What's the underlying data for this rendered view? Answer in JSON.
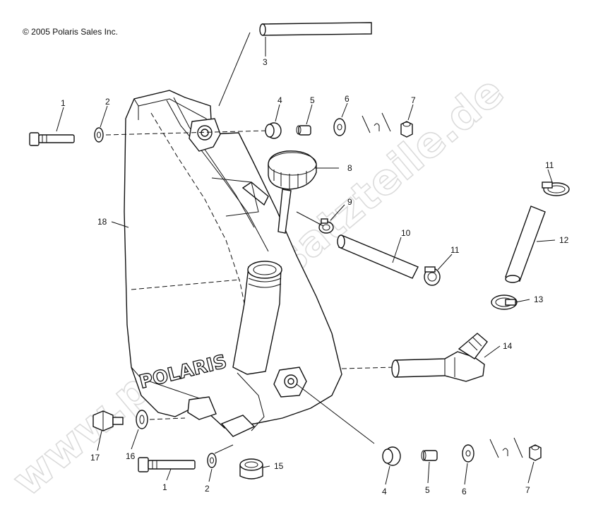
{
  "copyright": "© 2005 Polaris Sales Inc.",
  "watermark": "www.polarisersatzteile.de",
  "tank_logo": "POLARIS",
  "callouts": [
    {
      "id": "c1a",
      "label": "1"
    },
    {
      "id": "c2a",
      "label": "2"
    },
    {
      "id": "c3",
      "label": "3"
    },
    {
      "id": "c4a",
      "label": "4"
    },
    {
      "id": "c5a",
      "label": "5"
    },
    {
      "id": "c6a",
      "label": "6"
    },
    {
      "id": "c7a",
      "label": "7"
    },
    {
      "id": "c8",
      "label": "8"
    },
    {
      "id": "c9",
      "label": "9"
    },
    {
      "id": "c10",
      "label": "10"
    },
    {
      "id": "c11a",
      "label": "11"
    },
    {
      "id": "c11b",
      "label": "11"
    },
    {
      "id": "c12",
      "label": "12"
    },
    {
      "id": "c13",
      "label": "13"
    },
    {
      "id": "c14",
      "label": "14"
    },
    {
      "id": "c15",
      "label": "15"
    },
    {
      "id": "c16",
      "label": "16"
    },
    {
      "id": "c17",
      "label": "17"
    },
    {
      "id": "c18",
      "label": "18"
    },
    {
      "id": "c1b",
      "label": "1"
    },
    {
      "id": "c2b",
      "label": "2"
    },
    {
      "id": "c4b",
      "label": "4"
    },
    {
      "id": "c5b",
      "label": "5"
    },
    {
      "id": "c6b",
      "label": "6"
    },
    {
      "id": "c7b",
      "label": "7"
    }
  ]
}
